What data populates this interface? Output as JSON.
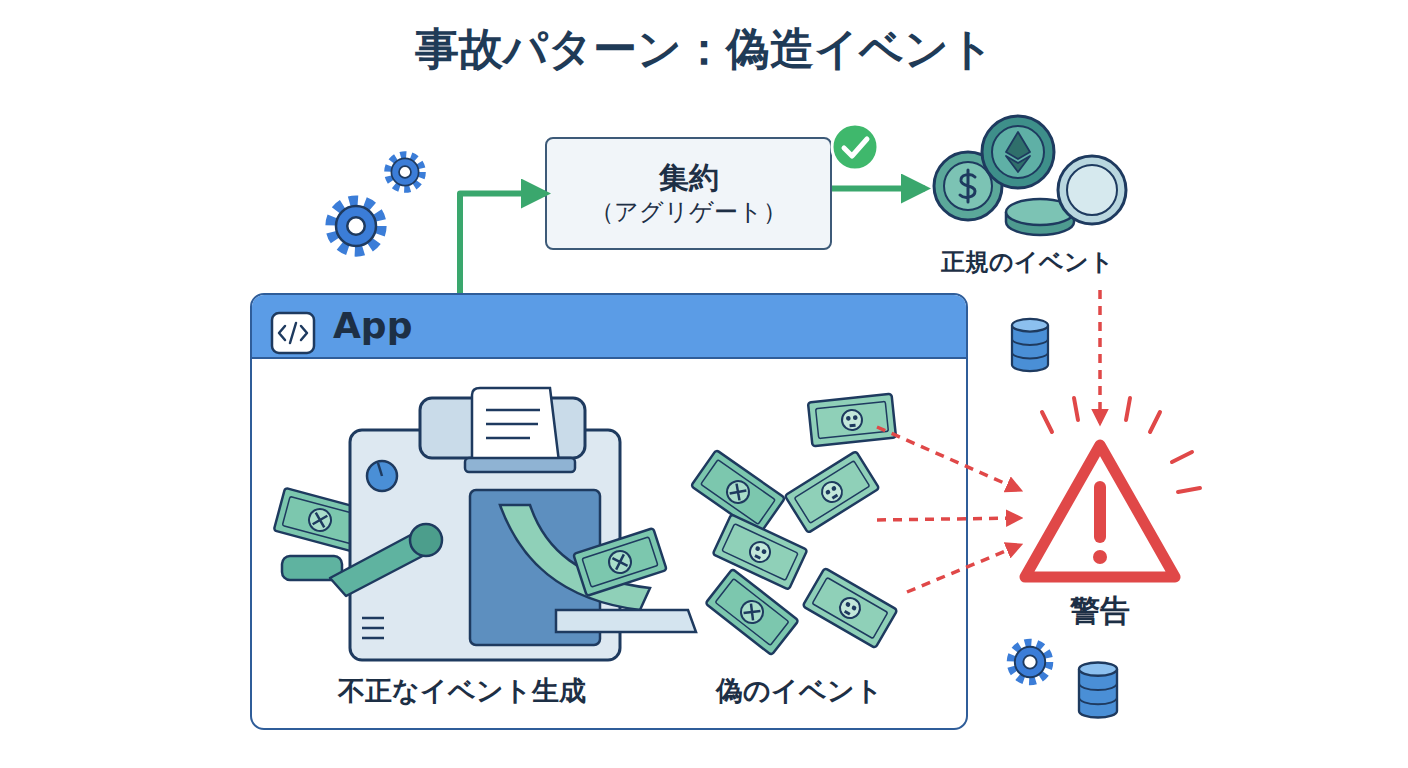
{
  "diagram": {
    "title": "事故パターン：偽造イベント",
    "nodes": [
      {
        "text": [
          "App"
        ]
      },
      {
        "text": [
          "集約",
          "（アグリゲート）"
        ]
      },
      {
        "text": [
          "正規のイベント"
        ]
      },
      {
        "text": [
          "不正なイベント生成"
        ],
        "in": 0
      },
      {
        "text": [
          "偽のイベント"
        ],
        "in": 0
      },
      {
        "text": [
          "警告"
        ]
      }
    ],
    "edges": [
      {
        "from": 0,
        "to": 1,
        "arrow": "to"
      },
      {
        "from": 1,
        "to": 2,
        "arrow": "to"
      },
      {
        "from": 2,
        "to": 5,
        "arrow": "to"
      },
      {
        "from": 4,
        "to": 5,
        "arrow": "to"
      },
      {
        "from": 4,
        "to": 5,
        "arrow": "to"
      },
      {
        "from": 4,
        "to": 5,
        "arrow": "to"
      }
    ]
  }
}
